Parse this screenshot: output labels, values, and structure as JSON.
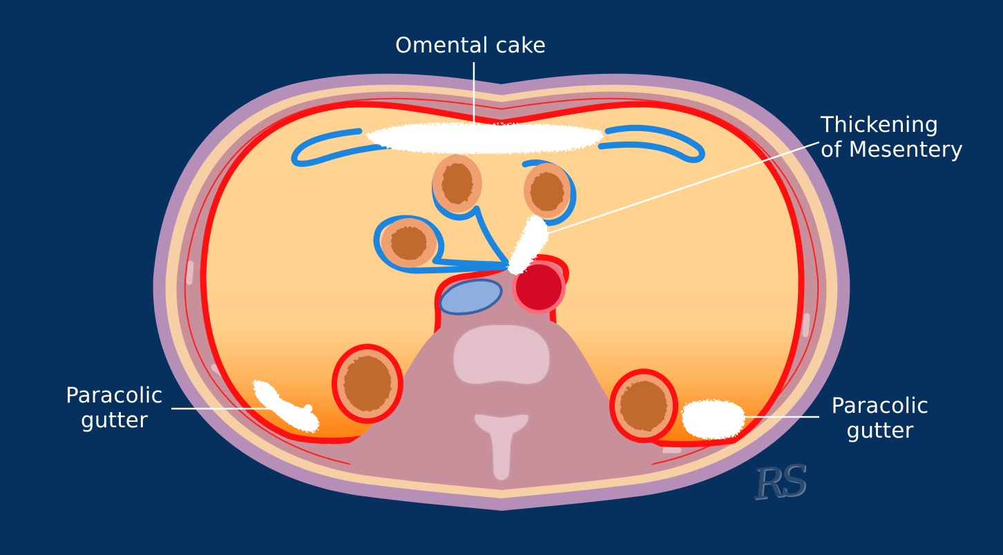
{
  "labels": {
    "omental_cake": "Omental cake",
    "thickening_line1": "Thickening",
    "thickening_line2": "of Mesentery",
    "paracolic_left_line1": "Paracolic",
    "paracolic_left_line2": "gutter",
    "paracolic_right_line1": "Paracolic",
    "paracolic_right_line2": "gutter"
  },
  "watermark": "RS",
  "colors": {
    "background": "#06305e",
    "skin": "#b68fb8",
    "fat": "#f6cfa4",
    "muscle": "#c8909a",
    "peritoneum": "#ff1010",
    "cavity": "#ffd18e",
    "cavity_dependent": "#ff8a12",
    "mesentery": "#1a86e0",
    "bowel_wall": "#f0a070",
    "bowel_lumen": "#c06a2e",
    "aorta": "#d40a24",
    "ivc": "#8eaee0",
    "vertebra": "#e3bfca",
    "deposit": "#ffffff"
  }
}
